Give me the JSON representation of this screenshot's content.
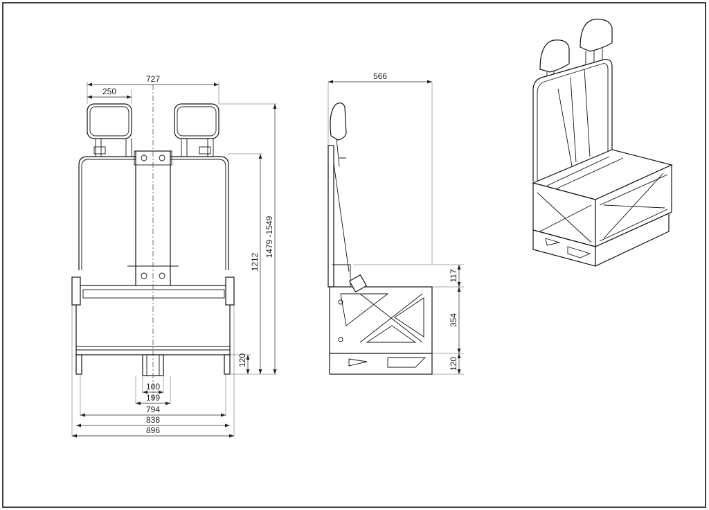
{
  "drawing": {
    "front_view": {
      "dims_horizontal": [
        {
          "id": "overall-top-width",
          "label": "727"
        },
        {
          "id": "headrest-width",
          "label": "250"
        },
        {
          "id": "pedestal-inner",
          "label": "100"
        },
        {
          "id": "pedestal-outer",
          "label": "199"
        },
        {
          "id": "frame-width-794",
          "label": "794"
        },
        {
          "id": "frame-width-838",
          "label": "838"
        },
        {
          "id": "overall-width-896",
          "label": "896"
        }
      ],
      "dims_vertical": [
        {
          "id": "frame-height-1212",
          "label": "1212"
        },
        {
          "id": "total-height",
          "label": "1479 -1549"
        },
        {
          "id": "base-height-left",
          "label": "120"
        }
      ]
    },
    "side_view": {
      "dims_horizontal": [
        {
          "id": "depth-566",
          "label": "566"
        }
      ],
      "dims_vertical": [
        {
          "id": "rail-height-117",
          "label": "117"
        },
        {
          "id": "box-height-354",
          "label": "354"
        },
        {
          "id": "base-height-right",
          "label": "120"
        }
      ]
    },
    "colors": {
      "line": "#111111",
      "paper": "#ffffff",
      "border": "#000000"
    }
  }
}
